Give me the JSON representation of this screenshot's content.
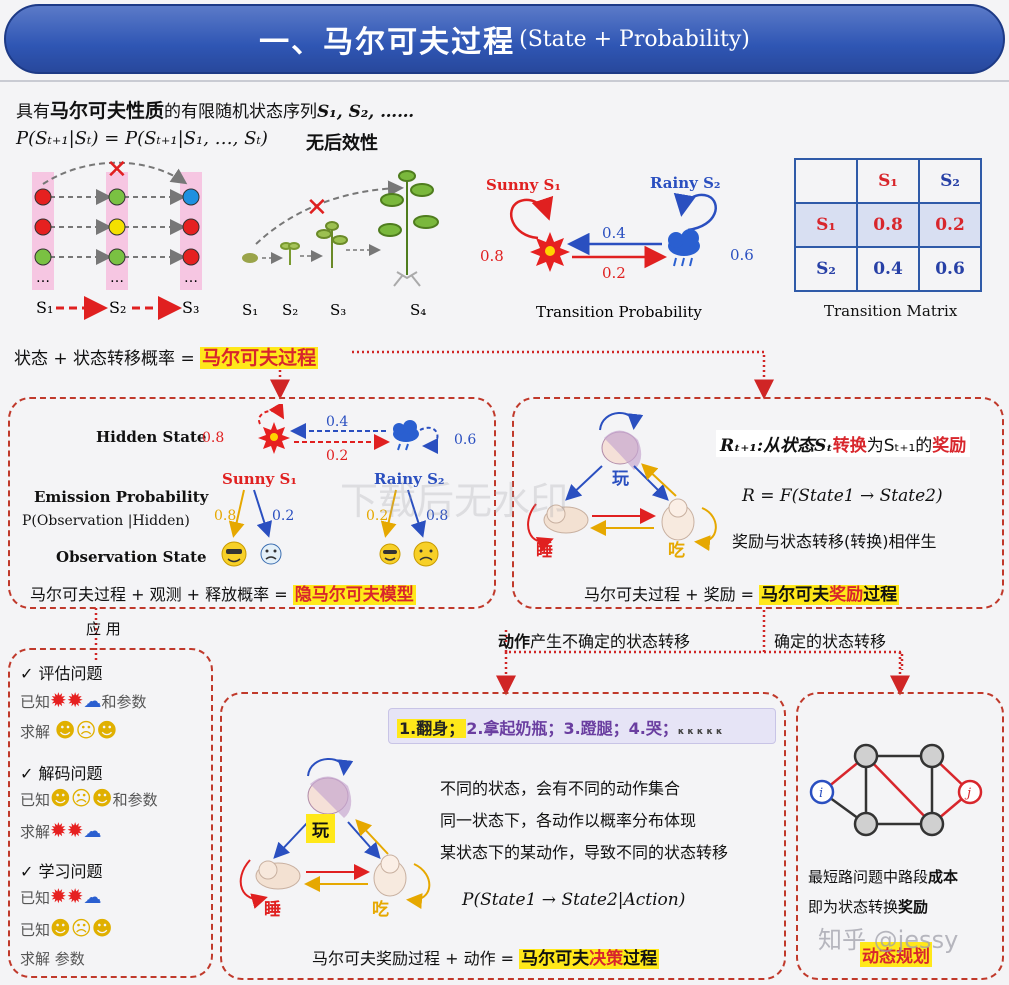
{
  "header": {
    "title": "一、马尔可夫过程",
    "title_suffix": "(State + Probability)"
  },
  "intro": {
    "line1_prefix": "具有",
    "line1_bold": "马尔可夫性质",
    "line1_suffix": "的有限随机状态序列",
    "line1_seq": "S₁, S₂, ……",
    "formula": "P(Sₜ₊₁|Sₜ) = P(Sₜ₊₁|S₁, …, Sₜ)",
    "formula_note": "无后效性"
  },
  "chain_fig": {
    "dots": "…",
    "s1": "S₁",
    "s2": "S₂",
    "s3": "S₃"
  },
  "plant_fig": {
    "s1": "S₁",
    "s2": "S₂",
    "s3": "S₃",
    "s4": "S₄"
  },
  "transition": {
    "sunny": "Sunny S₁",
    "rainy": "Rainy S₂",
    "p_self_sunny": "0.8",
    "p_self_rainy": "0.6",
    "p_top": "0.4",
    "p_bottom": "0.2",
    "caption": "Transition Probability"
  },
  "matrix": {
    "col1": "S₁",
    "col2": "S₂",
    "row1": "S₁",
    "row2": "S₂",
    "v11": "0.8",
    "v12": "0.2",
    "v21": "0.4",
    "v22": "0.6",
    "caption": "Transition Matrix"
  },
  "mp_eq": {
    "prefix": "状态 + 状态转移概率 = ",
    "result": "马尔可夫过程"
  },
  "hmm": {
    "hidden_label": "Hidden State",
    "p_self_sunny": "0.8",
    "p_top": "0.4",
    "p_bottom": "0.2",
    "p_self_rainy": "0.6",
    "sunny": "Sunny S₁",
    "rainy": "Rainy S₂",
    "emission_label": "Emission Probability",
    "emission_formula": "P(Observation |Hidden)",
    "e1": "0.8",
    "e2": "0.2",
    "e3": "0.2",
    "e4": "0.8",
    "observation_label": "Observation State",
    "eq_prefix": "马尔可夫过程 + 观测 + 释放概率 = ",
    "eq_result": "隐马尔可夫模型"
  },
  "mrp": {
    "play": "玩",
    "sleep": "睡",
    "eat": "吃",
    "reward_prefix": "Rₜ₊₁:从状态Sₜ",
    "reward_mid": "转换",
    "reward_mid2": "为Sₜ₊₁的",
    "reward_end": "奖励",
    "reward_formula": "R = F(State1 → State2)",
    "note": "奖励与状态转移(转换)相伴生",
    "eq_prefix": "马尔可夫过程 + 奖励 = ",
    "eq_result_a": "马尔可夫",
    "eq_result_b": "奖励",
    "eq_result_c": "过程"
  },
  "branch": {
    "apply": "应 用",
    "action_a": "动作",
    "action_b": "产生不确定的状态转移",
    "determined": "确定的状态转移"
  },
  "apps": {
    "q1": "评估问题",
    "known": "已知",
    "with_params": "和参数",
    "solve": "求解",
    "q2": "解码问题",
    "q3": "学习问题",
    "solve_params": "求解 参数"
  },
  "mdp": {
    "actions": [
      {
        "text": "1.翻身；",
        "hl": true
      },
      {
        "text": "2.拿起奶瓶；",
        "hl": false
      },
      {
        "text": "3.蹬腿；",
        "hl": false
      },
      {
        "text": "4.哭；",
        "hl": false
      }
    ],
    "actions_more": "κ κ κ κ κ",
    "play": "玩",
    "sleep": "睡",
    "eat": "吃",
    "line1": "不同的状态，会有不同的动作集合",
    "line2": "同一状态下，各动作以概率分布体现",
    "line3": "某状态下的某动作，导致不同的状态转移",
    "formula": "P(State1 → State2|Action)",
    "eq_prefix": "马尔可夫奖励过程 + 动作 = ",
    "eq_result_a": "马尔可夫",
    "eq_result_b": "决策",
    "eq_result_c": "过程"
  },
  "dp": {
    "node_i": "i",
    "node_j": "j",
    "line1_a": "最短路问题中路段",
    "line1_b": "成本",
    "line2_a": "即为状态转换",
    "line2_b": "奖励",
    "title": "动态规划"
  },
  "watermark": {
    "center": "下载后无水印",
    "corner": "知乎 @jessy"
  },
  "colors": {
    "banner": "#2f56b4",
    "accent_red": "#d8262c",
    "accent_blue": "#2740a6",
    "highlight": "#ffe81a",
    "dashed_border": "#c0392b"
  }
}
